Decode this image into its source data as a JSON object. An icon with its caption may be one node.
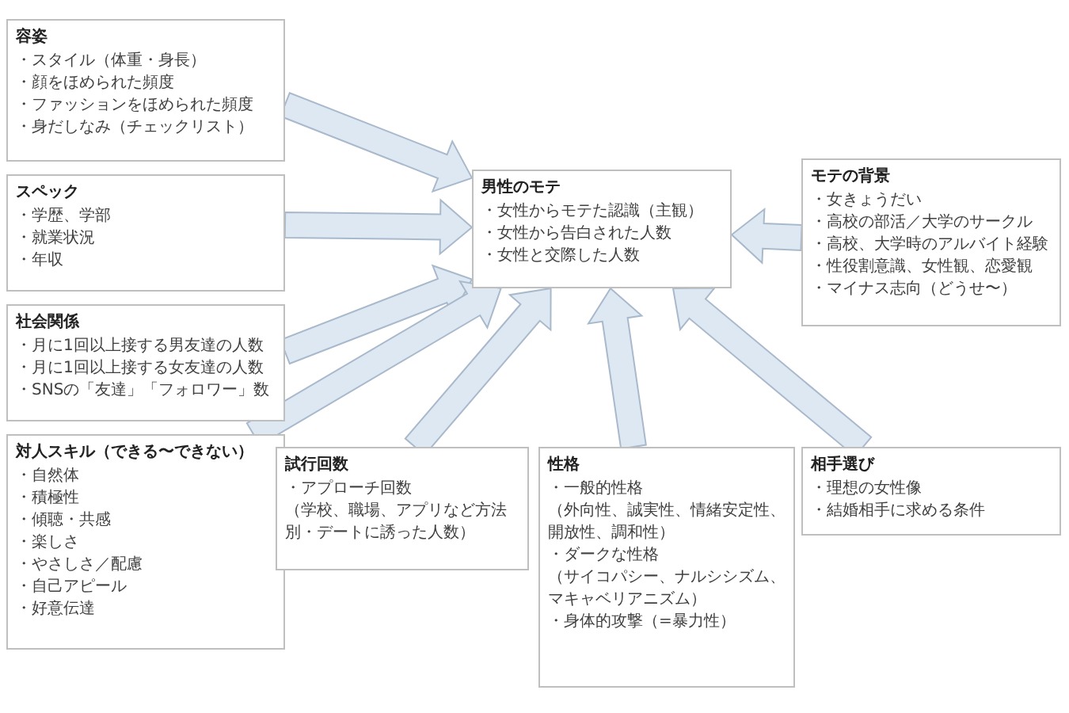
{
  "diagram": {
    "nodes": [
      {
        "text": [
          "容姿",
          "・スタイル（体重・身長）",
          "・顔をほめられた頻度",
          "・ファッションをほめられた頻度",
          "・身だしなみ（チェックリスト）"
        ]
      },
      {
        "text": [
          "スペック",
          "・学歴、学部",
          "・就業状況",
          "・年収"
        ]
      },
      {
        "text": [
          "社会関係",
          "・月に1回以上接する男友達の人数",
          "・月に1回以上接する女友達の人数",
          "・SNSの「友達」「フォロワー」数"
        ]
      },
      {
        "text": [
          "対人スキル（できる〜できない）",
          "・自然体",
          "・積極性",
          "・傾聴・共感",
          "・楽しさ",
          "・やさしさ／配慮",
          "・自己アピール",
          "・好意伝達"
        ]
      },
      {
        "text": [
          "試行回数",
          "・アプローチ回数",
          "（学校、職場、アプリなど方法別・デートに誘った人数）"
        ]
      },
      {
        "text": [
          "性格",
          "・一般的性格",
          "（外向性、誠実性、情緒安定性、開放性、調和性）",
          "・ダークな性格",
          "（サイコパシー、ナルシシズム、マキャベリアニズム）",
          "・身体的攻撃（=暴力性）"
        ]
      },
      {
        "text": [
          "相手選び",
          "・理想の女性像",
          "・結婚相手に求める条件"
        ]
      },
      {
        "text": [
          "男性のモテ",
          "・女性からモテた認識（主観）",
          "・女性から告白された人数",
          "・女性と交際した人数"
        ]
      },
      {
        "text": [
          "モテの背景",
          "・女きょうだい",
          "・高校の部活／大学のサークル",
          "・高校、大学時のアルバイト経験",
          "・性役割意識、女性観、恋愛観",
          "・マイナス志向（どうせ〜）"
        ]
      }
    ],
    "edges": [
      {
        "from": 0,
        "to": 7,
        "arrow": "to"
      },
      {
        "from": 1,
        "to": 7,
        "arrow": "to"
      },
      {
        "from": 2,
        "to": 7,
        "arrow": "to"
      },
      {
        "from": 3,
        "to": 7,
        "arrow": "to"
      },
      {
        "from": 4,
        "to": 7,
        "arrow": "to"
      },
      {
        "from": 5,
        "to": 7,
        "arrow": "to"
      },
      {
        "from": 6,
        "to": 7,
        "arrow": "to"
      },
      {
        "from": 8,
        "to": 7,
        "arrow": "to"
      }
    ]
  }
}
